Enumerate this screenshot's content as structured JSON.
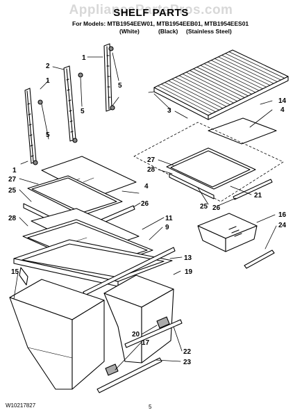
{
  "watermark": "AppliancePartsPros.com",
  "header": {
    "title": "SHELF PARTS",
    "models_line": "For Models: MTB1954EEW01, MTB1954EEB01, MTB1954EES01",
    "variants": [
      "(White)",
      "(Black)",
      "(Stainless Steel)"
    ]
  },
  "callouts": [
    {
      "id": "c1a",
      "text": "1"
    },
    {
      "id": "c1b",
      "text": "1"
    },
    {
      "id": "c1c",
      "text": "1"
    },
    {
      "id": "c2",
      "text": "2"
    },
    {
      "id": "c5a",
      "text": "5"
    },
    {
      "id": "c5b",
      "text": "5"
    },
    {
      "id": "c5c",
      "text": "5"
    },
    {
      "id": "c3",
      "text": "3"
    },
    {
      "id": "c14",
      "text": "14"
    },
    {
      "id": "c4a",
      "text": "4"
    },
    {
      "id": "c4b",
      "text": "4"
    },
    {
      "id": "c27a",
      "text": "27"
    },
    {
      "id": "c27b",
      "text": "27"
    },
    {
      "id": "c28a",
      "text": "28"
    },
    {
      "id": "c28b",
      "text": "28"
    },
    {
      "id": "c25a",
      "text": "25"
    },
    {
      "id": "c25b",
      "text": "25"
    },
    {
      "id": "c26a",
      "text": "26"
    },
    {
      "id": "c26b",
      "text": "26"
    },
    {
      "id": "c21",
      "text": "21"
    },
    {
      "id": "c16",
      "text": "16"
    },
    {
      "id": "c24",
      "text": "24"
    },
    {
      "id": "c11",
      "text": "11"
    },
    {
      "id": "c9",
      "text": "9"
    },
    {
      "id": "c13",
      "text": "13"
    },
    {
      "id": "c15",
      "text": "15"
    },
    {
      "id": "c19",
      "text": "19"
    },
    {
      "id": "c20",
      "text": "20"
    },
    {
      "id": "c17",
      "text": "17"
    },
    {
      "id": "c22",
      "text": "22"
    },
    {
      "id": "c23",
      "text": "23"
    }
  ],
  "footer": {
    "doc_number": "W10217827",
    "page": "5"
  }
}
